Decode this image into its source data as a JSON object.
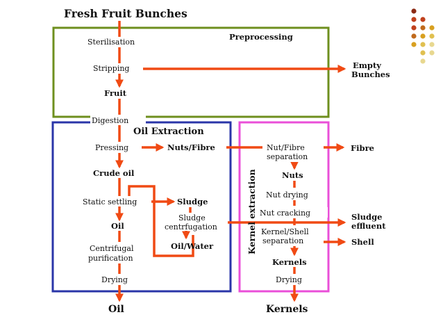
{
  "diagram": {
    "title": "Fresh Fruit Bunches",
    "sections": {
      "preprocessing": "Preprocessing",
      "oil_extraction": "Oil Extraction",
      "kernel_extraction": "Kernel extraction"
    },
    "steps": {
      "sterilisation": "Sterilisation",
      "stripping": "Stripping",
      "fruit": "Fruit",
      "digestion": "Digestion",
      "pressing": "Pressing",
      "nuts_fibre": "Nuts/Fibre",
      "crude_oil": "Crude oil",
      "static_settling": "Static settling",
      "sludge": "Sludge",
      "sludge_centrifugation_1": "Sludge",
      "sludge_centrifugation_2": "centrfugation",
      "oil": "Oil",
      "oil_water": "Oil/Water",
      "centrifugal_purification_1": "Centrifugal",
      "centrifugal_purification_2": "purification",
      "drying_oil": "Drying",
      "nut_fibre_separation_1": "Nut/Fibre",
      "nut_fibre_separation_2": "separation",
      "nuts": "Nuts",
      "nut_drying": "Nut drying",
      "nut_cracking": "Nut cracking",
      "kernel_shell_separation_1": "Kernel/Shell",
      "kernel_shell_separation_2": "separation",
      "kernels": "Kernels",
      "drying_kernels": "Drying"
    },
    "outputs": {
      "empty_bunches_1": "Empty",
      "empty_bunches_2": "Bunches",
      "fibre": "Fibre",
      "sludge_effluent_1": "Sludge",
      "sludge_effluent_2": "effluent",
      "shell": "Shell",
      "final_oil": "Oil",
      "final_kernels": "Kernels"
    },
    "colors": {
      "arrow": "#f04a14",
      "preprocessing_box": "#6e8f1e",
      "oil_box": "#2a35a8",
      "kernel_box": "#ea4fd8",
      "dots": [
        "#8b2a14",
        "#c0401c",
        "#c06a1c",
        "#d8a020",
        "#e0c050",
        "#e8d890"
      ]
    }
  }
}
